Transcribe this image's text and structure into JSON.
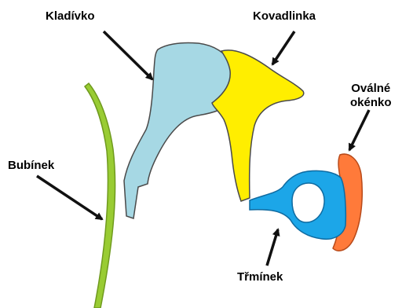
{
  "labels": {
    "kladivko": "Kladívko",
    "kovadlinka": "Kovadlinka",
    "bubinek": "Bubínek",
    "ovalne_okenko_line1": "Oválné",
    "ovalne_okenko_line2": "okénko",
    "trminek": "Třmínek"
  },
  "colors": {
    "bubinek": "#99cc33",
    "kladivko": "#a6d8e4",
    "kovadlinka": "#ffee00",
    "trminek": "#1ca6e8",
    "ovalne_okenko": "#ff7a3a",
    "outline": "#6a6a6a",
    "arrow": "#111111"
  }
}
